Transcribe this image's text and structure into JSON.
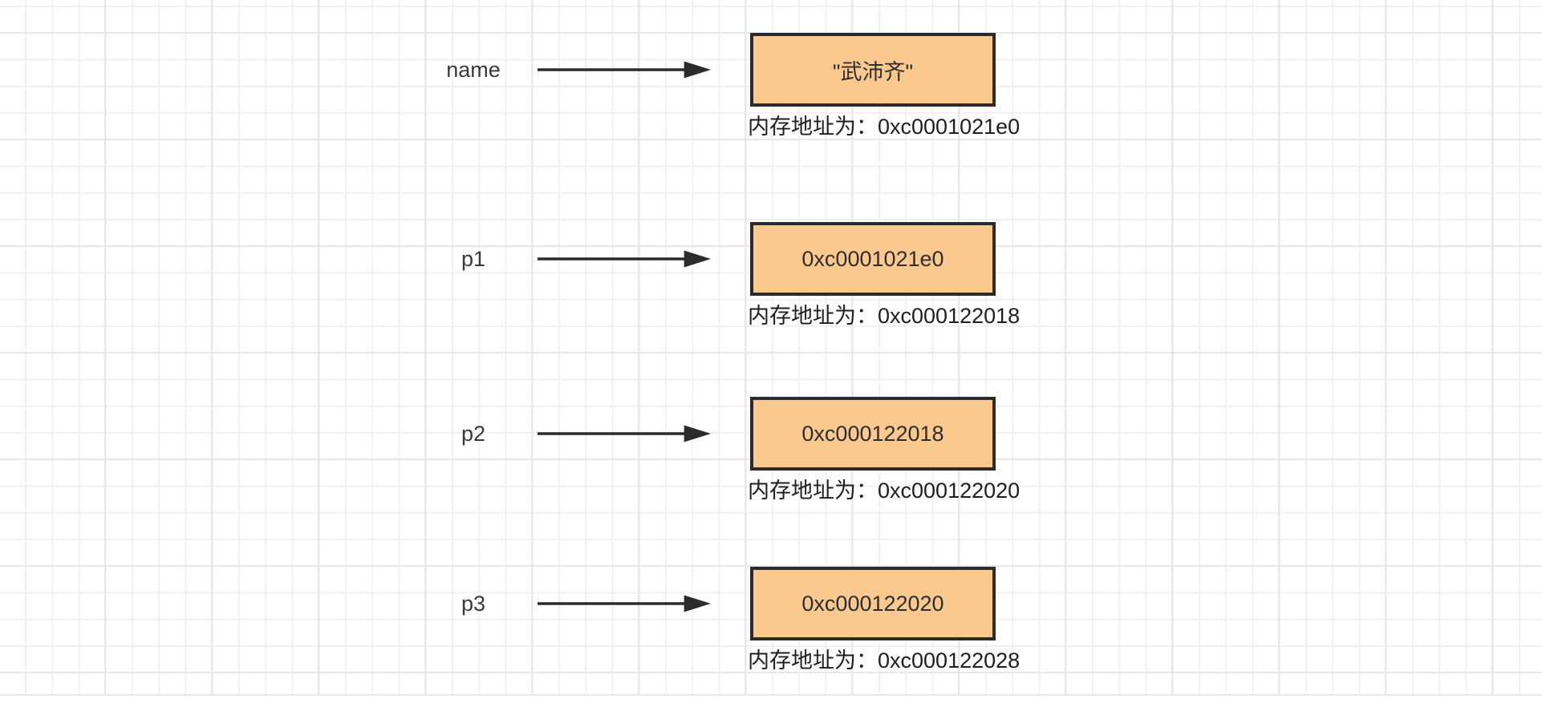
{
  "colors": {
    "canvas_bg": "#ffffff",
    "grid_minor": "#f1f1f2",
    "grid_major": "#e8e8ea",
    "box_fill": "#fbc98e",
    "box_border": "#2b2b2b",
    "arrow": "#2b2b2b",
    "label_text": "#3a3a3a",
    "value_text": "#2e2e2e",
    "caption_text": "#1f1f1f"
  },
  "icons": {
    "arrow": "right-arrow"
  },
  "diagram": {
    "rows": [
      {
        "var": "name",
        "value": "\"武沛齐\"",
        "caption": "内存地址为：0xc0001021e0"
      },
      {
        "var": "p1",
        "value": "0xc0001021e0",
        "caption": "内存地址为：0xc000122018"
      },
      {
        "var": "p2",
        "value": "0xc000122018",
        "caption": "内存地址为：0xc000122020"
      },
      {
        "var": "p3",
        "value": "0xc000122020",
        "caption": "内存地址为：0xc000122028"
      }
    ]
  }
}
